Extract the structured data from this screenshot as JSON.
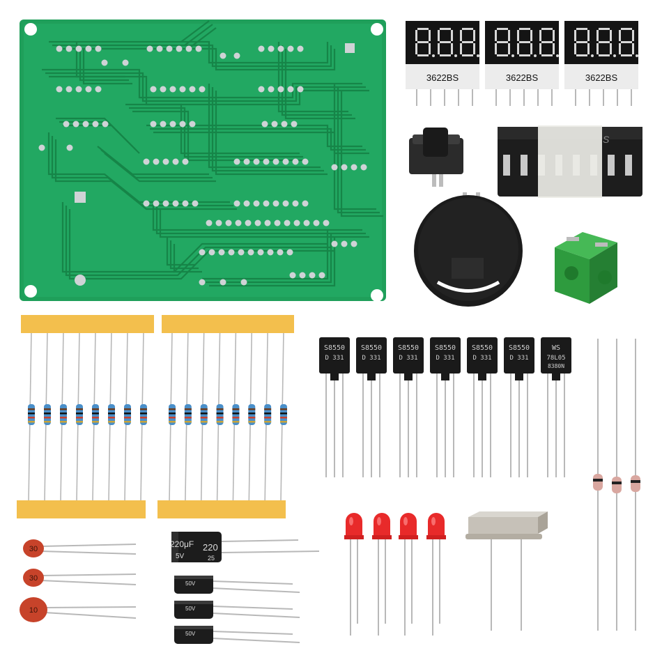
{
  "colors": {
    "pcb": "#1f9f5a",
    "pcb_dark": "#157d44",
    "pad": "#cfd3d6",
    "tape": "#f3bf4d",
    "led": "#e82a2a",
    "display_body": "#1a1a1a",
    "display_segment": "#e8e8e8",
    "terminal": "#2e9b3e",
    "resistor_body": "#4a8fc9",
    "ceramic_cap": "#c7432a"
  },
  "displays": [
    {
      "label": "3622BS"
    },
    {
      "label": "3622BS"
    },
    {
      "label": "3622BS"
    }
  ],
  "transistors": [
    {
      "line1": "S8550",
      "line2": "D 331"
    },
    {
      "line1": "S8550",
      "line2": "D 331"
    },
    {
      "line1": "S8550",
      "line2": "D 331"
    },
    {
      "line1": "S8550",
      "line2": "D 331"
    },
    {
      "line1": "S8550",
      "line2": "D 331"
    },
    {
      "line1": "S8550",
      "line2": "D 331"
    }
  ],
  "regulator": {
    "line1": "WS",
    "line2": "78L05",
    "line3": "8380N"
  },
  "ceramic_caps": [
    {
      "label": "30"
    },
    {
      "label": "30"
    },
    {
      "label": "10"
    }
  ],
  "electrolytic_large": {
    "left": "220μF",
    "right": "220",
    "left2": "5V",
    "right2": "25"
  },
  "electrolytic_small": [
    {
      "label": "50V"
    },
    {
      "label": "50V"
    },
    {
      "label": "50V"
    }
  ],
  "ic_tape": {
    "text": "S"
  }
}
